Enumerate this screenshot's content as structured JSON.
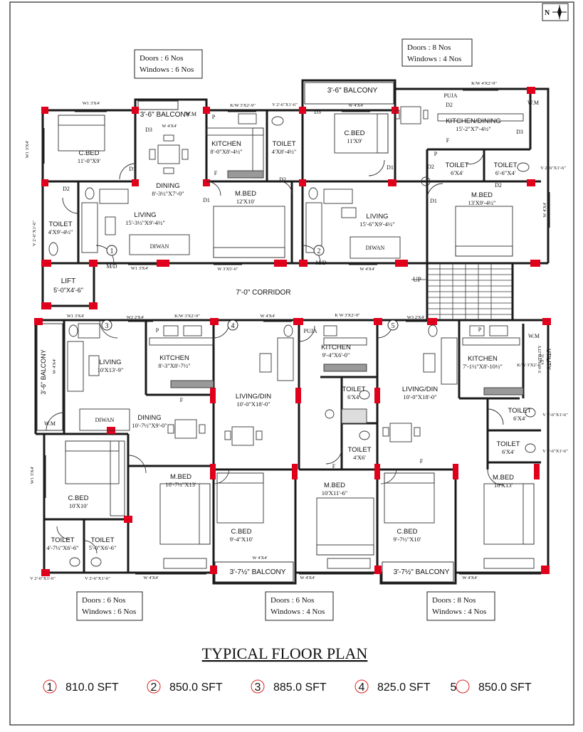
{
  "title": "TYPICAL FLOOR PLAN",
  "north_label": "N",
  "summary_boxes": [
    {
      "doors": "Doors    : 6 Nos",
      "windows": "Windows  : 6 Nos"
    },
    {
      "doors": "Doors    : 8 Nos",
      "windows": "Windows  : 4 Nos"
    },
    {
      "doors": "Doors    : 6 Nos",
      "windows": "Windows  : 6 Nos"
    },
    {
      "doors": "Doors    : 6 Nos",
      "windows": "Windows  : 4 Nos"
    },
    {
      "doors": "Doors    : 8 Nos",
      "windows": "Windows  : 4 Nos"
    }
  ],
  "areas": [
    {
      "num": "1",
      "value": "810.0 SFT"
    },
    {
      "num": "2",
      "value": "850.0 SFT"
    },
    {
      "num": "3",
      "value": "885.0 SFT"
    },
    {
      "num": "4",
      "value": "825.0 SFT"
    },
    {
      "num": "5",
      "value": "850.0 SFT"
    }
  ],
  "unit_markers": [
    "1",
    "2",
    "3",
    "4",
    "5"
  ],
  "labels": {
    "corridor": "7'-0\" CORRIDOR",
    "up": "UP",
    "lift": "LIFT",
    "lift_size": "5'-0\"X4'-6\"",
    "md": "M/D",
    "diwan": "DIWAN",
    "puja": "PUJA",
    "p": "P",
    "f": "F",
    "wm": "W.M",
    "d1": "D1",
    "d2": "D2",
    "d3": "D3"
  },
  "rooms": [
    {
      "name": "C.BED",
      "size": "11'-0\"X9'"
    },
    {
      "name": "DINING",
      "size": "8'-3½\"X7'-0\""
    },
    {
      "name": "KITCHEN",
      "size": "8'-0\"X8'-4½\""
    },
    {
      "name": "TOILET",
      "size": "4'X8'-4½\""
    },
    {
      "name": "3'-6\" BALCONY",
      "size": ""
    },
    {
      "name": "M.BED",
      "size": "12'X10'"
    },
    {
      "name": "LIVING",
      "size": "15'-3½\"X9'-4½\""
    },
    {
      "name": "TOILET",
      "size": "4'X9'-4½\""
    },
    {
      "name": "3'-6\" BALCONY",
      "size": ""
    },
    {
      "name": "C.BED",
      "size": "11'X9'"
    },
    {
      "name": "KITCHEN/DINING",
      "size": "15'-2\"X7'-4½\""
    },
    {
      "name": "TOILET",
      "size": "6'X4'"
    },
    {
      "name": "TOILET",
      "size": "6'-6\"X4'"
    },
    {
      "name": "M.BED",
      "size": "13'X9'-4½\""
    },
    {
      "name": "LIVING",
      "size": "15'-6\"X9'-4½\""
    },
    {
      "name": "3'-6\" BALCONY",
      "size": ""
    },
    {
      "name": "LIVING",
      "size": "10'X13'-9\""
    },
    {
      "name": "KITCHEN",
      "size": "8'-3\"X8'-7½\""
    },
    {
      "name": "DINING",
      "size": "10'-7½\"X9'-0\""
    },
    {
      "name": "C.BED",
      "size": "10'X10'"
    },
    {
      "name": "M.BED",
      "size": "10'-7½\"X13'"
    },
    {
      "name": "TOILET",
      "size": "4'-7½\"X6'-6\""
    },
    {
      "name": "TOILET",
      "size": "5'-0\"X6'-6\""
    },
    {
      "name": "LIVING/DIN",
      "size": "10'-0\"X18'-0\""
    },
    {
      "name": "KITCHEN",
      "size": "9'-4\"X6'-0\""
    },
    {
      "name": "TOILET",
      "size": "6'X4'"
    },
    {
      "name": "TOILET",
      "size": "4'X6'"
    },
    {
      "name": "M.BED",
      "size": "10'X11'-6\""
    },
    {
      "name": "C.BED",
      "size": "9'-4\"X10'"
    },
    {
      "name": "3'-7½\" BALCONY",
      "size": ""
    },
    {
      "name": "LIVING/DIN",
      "size": "10'-0\"X18'-0\""
    },
    {
      "name": "KITCHEN",
      "size": "7'-1½\"X8'-10½\""
    },
    {
      "name": "UTILITY",
      "size": "3'-6\""
    },
    {
      "name": "TOILET",
      "size": "6'X4'"
    },
    {
      "name": "TOILET",
      "size": "6'X4'"
    },
    {
      "name": "M.BED",
      "size": "10'X13'"
    },
    {
      "name": "C.BED",
      "size": "9'-7½\"X10'"
    },
    {
      "name": "3'-7½\" BALCONY",
      "size": ""
    }
  ],
  "tags": [
    "W1 3'X4'",
    "W 4'X4'",
    "K/W 3'X2'-9\"",
    "V 2'-6\"X1'-6\"",
    "W1 3'X4'",
    "W 4'X4'",
    "K/W 4'X2'-9\"",
    "V 2'-6\"X1'-6\"",
    "W 4'X4'",
    "V 2'-6\"X1'-6\"",
    "W1 3'X4'",
    "W 3'X5'-6\"",
    "W 4'X4'",
    "W2 2'X4'",
    "K/W 3'X2'-9\"",
    "W 4'X4'",
    "K W 3'X2'-9\"",
    "W3 2'X4'",
    "W 4'X4'",
    "W1 3'X4'",
    "V 2'-6\"X1'-6\"",
    "V 2'-6\"X1'-6\"",
    "W 4'X4'",
    "W 4'X4'",
    "W 4'X4'",
    "W 4'X4'",
    "K/W 3'X2'-9\"",
    "V 2'-6\"X1'-6\"",
    "V 2'-6\"X1'-6\"",
    "W1 3'X4'",
    "3'-6\" UTILITY"
  ]
}
